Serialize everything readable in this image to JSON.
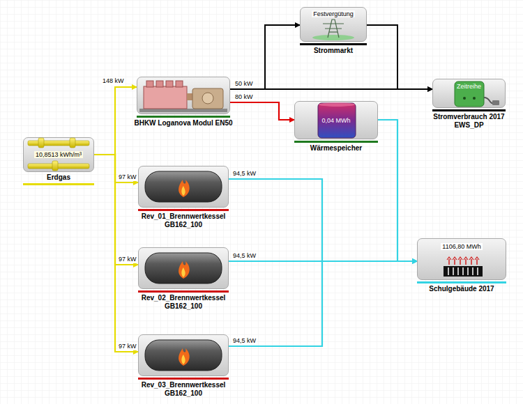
{
  "diagram": {
    "nodes": [
      {
        "text": [
          "Festvergütung",
          "Strommarkt"
        ]
      },
      {
        "text": [
          "BHKW Loganova Modul EN50"
        ]
      },
      {
        "text": [
          "Zeitreihe",
          "Stromverbrauch 2017 EWS_DP"
        ]
      },
      {
        "text": [
          "0,04 MWh",
          "Wärmespeicher"
        ]
      },
      {
        "text": [
          "10,8513 kWh/m³",
          "Erdgas"
        ]
      },
      {
        "text": [
          "Rev_01_Brennwertkessel GB162_100"
        ]
      },
      {
        "text": [
          "1106,80 MWh",
          "Schulgebäude 2017"
        ]
      },
      {
        "text": [
          "Rev_02_Brennwertkessel GB162_100"
        ]
      },
      {
        "text": [
          "Rev_03_Brennwertkessel GB162_100"
        ]
      }
    ],
    "edges": [
      {
        "from": 4,
        "to": 1,
        "arrow": "to",
        "label": "148 kW"
      },
      {
        "from": 4,
        "to": 5,
        "arrow": "to",
        "label": "97 kW"
      },
      {
        "from": 4,
        "to": 7,
        "arrow": "to",
        "label": "97 kW"
      },
      {
        "from": 4,
        "to": 8,
        "arrow": "to",
        "label": "97 kW"
      },
      {
        "from": 1,
        "to": 0,
        "arrow": "to"
      },
      {
        "from": 1,
        "to": 2,
        "arrow": "to",
        "label": "50 kW"
      },
      {
        "from": 0,
        "to": 2,
        "arrow": "to"
      },
      {
        "from": 1,
        "to": 3,
        "arrow": "to",
        "label": "80 kW"
      },
      {
        "from": 3,
        "to": 6,
        "arrow": "to"
      },
      {
        "from": 5,
        "to": 6,
        "arrow": "to",
        "label": "94,5 kW"
      },
      {
        "from": 7,
        "to": 6,
        "arrow": "to",
        "label": "94,5 kW"
      },
      {
        "from": 8,
        "to": 6,
        "arrow": "to",
        "label": "94,5 kW"
      }
    ]
  }
}
